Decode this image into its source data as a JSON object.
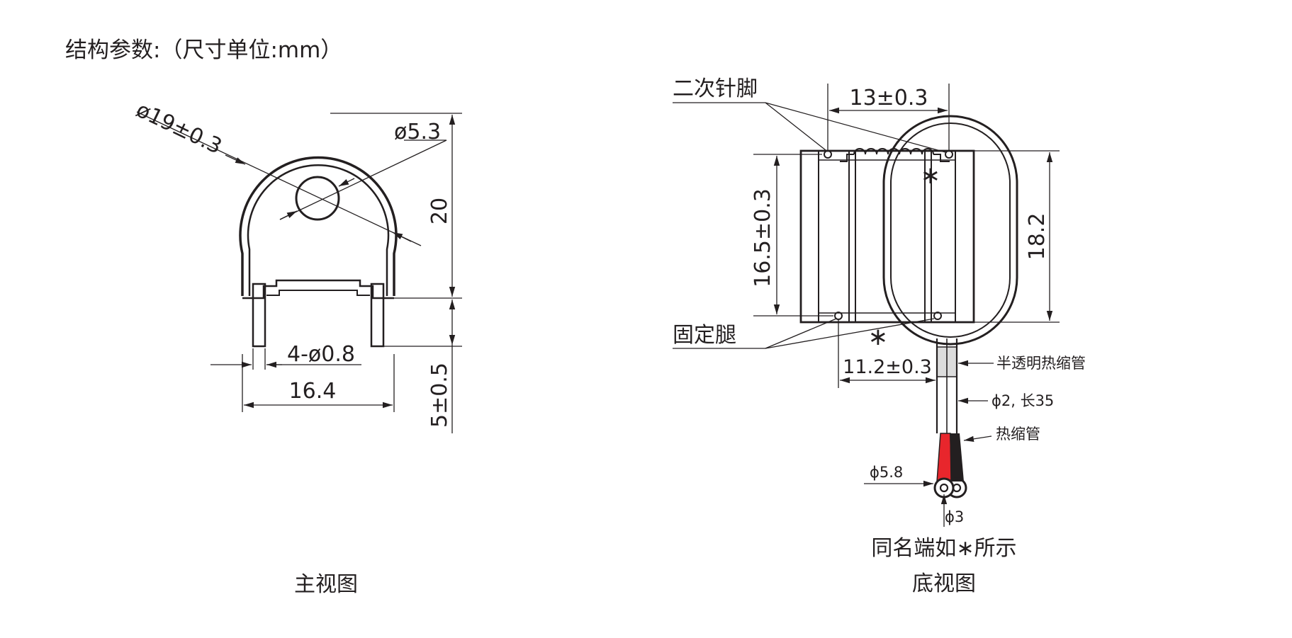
{
  "heading": "结构参数:（尺寸单位:mm）",
  "front_view": {
    "caption": "主视图",
    "dim_outer_diameter": "ø19±0.3",
    "dim_inner_diameter": "ø5.3",
    "dim_height": "20",
    "dim_pin_length": "5±0.5",
    "dim_pin_diameter": "4-ø0.8",
    "dim_width": "16.4"
  },
  "bottom_view": {
    "caption": "底视图",
    "polarity_note": "同名端如∗所示",
    "label_secondary_pins": "二次针脚",
    "label_fixed_legs": "固定腿",
    "dim_pin_spacing": "13±0.3",
    "dim_leg_spacing": "11.2±0.3",
    "dim_body_height": "16.5±0.3",
    "dim_loop_height": "18.2",
    "label_sleeve": "半透明热缩管",
    "label_wire": "ϕ2, 长35",
    "label_heat_shrink": "热缩管",
    "dim_terminal_outer": "ϕ5.8",
    "dim_terminal_hole": "ϕ3",
    "star_mark": "∗"
  },
  "colors": {
    "line": "#231f20",
    "red_tube": "#e8262c",
    "black_tube": "#231f20",
    "sleeve": "#dcdcdc"
  }
}
